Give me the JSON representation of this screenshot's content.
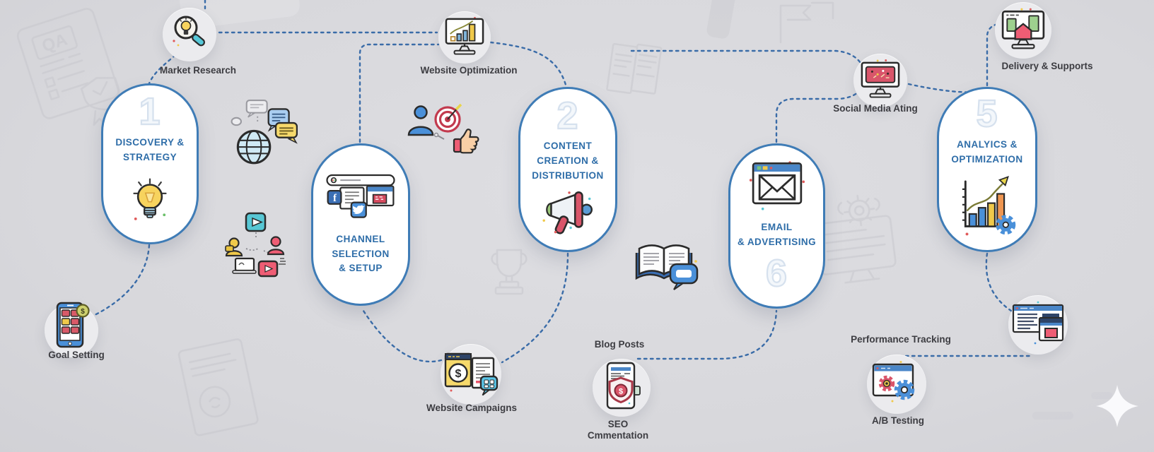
{
  "colors": {
    "background": "#d9d9dd",
    "pill_border": "#3f7cb6",
    "pill_title_text": "#2e6da8",
    "ghost_number": "#eef3f9",
    "connector_dashed": "#3a6ca8",
    "satellite_circle": "#ebebee",
    "label_text": "#3c3c41",
    "accent_red": "#e8566d",
    "accent_blue": "#4a90d9",
    "accent_yellow": "#f0c94a",
    "accent_teal": "#57c7d4"
  },
  "stages": [
    {
      "id": "discovery-strategy",
      "number": "1",
      "lines": [
        "DISCOVERY &",
        "STRATEGY"
      ],
      "icon": "lightbulb-icon"
    },
    {
      "id": "channel-selection-setup",
      "number": "",
      "lines": [
        "CHANNEL",
        "SELECTION",
        "& SETUP"
      ],
      "icon": "social-channels-browser-icon"
    },
    {
      "id": "content-creation-distribution",
      "number": "2",
      "lines": [
        "CONTENT",
        "CREATION &",
        "DISTRIBUTION"
      ],
      "icon": "megaphone-icon"
    },
    {
      "id": "email-advertising",
      "number": "6",
      "lines": [
        "EMAIL",
        "& ADVERTISING"
      ],
      "icon": "email-browser-icon"
    },
    {
      "id": "analytics-optimization",
      "number": "5",
      "lines": [
        "ANALYICS &",
        "OPTIMIZATION"
      ],
      "icon": "growth-chart-gear-icon"
    }
  ],
  "satellites": [
    {
      "id": "market-research",
      "label": "Market Research",
      "icon": "magnifier-lightbulb-icon"
    },
    {
      "id": "website-optimization",
      "label": "Website Optimization",
      "icon": "monitor-growth-chart-icon"
    },
    {
      "id": "social-media",
      "label": "Social Media Ating",
      "icon": "monitor-social-feed-icon"
    },
    {
      "id": "delivery-supports",
      "label": "Delivery & Supports",
      "icon": "monitor-delivery-icon"
    },
    {
      "id": "goal-setting",
      "label": "Goal Setting",
      "icon": "tablet-apps-coin-icon"
    },
    {
      "id": "website-campaigns",
      "label": "Website Campaigns",
      "icon": "browser-dollar-docs-icon"
    },
    {
      "id": "blog-posts-seo",
      "label_top": "Blog Posts",
      "label_bottom_lines": [
        "SEO",
        "Cmmentation"
      ],
      "icon": "phone-shield-dollar-icon"
    },
    {
      "id": "performance-ab-testing",
      "label_top": "Performance Tracking",
      "label_bottom": "A/B Testing",
      "icon": "browser-gears-icon"
    },
    {
      "id": "browser-windows",
      "label": "",
      "icon": "browser-windows-icon"
    }
  ],
  "decorations": {
    "clusters": [
      "globe-chat-icon",
      "video-people-icon",
      "target-person-thumbs-up-icon",
      "book-chat-icon"
    ],
    "watermarks": [
      "qa-certificate-watermark",
      "document-pages-watermark",
      "trophy-watermark",
      "monitor-gear-watermark",
      "document-watermark",
      "flag-watermark",
      "sparkle-star"
    ]
  }
}
